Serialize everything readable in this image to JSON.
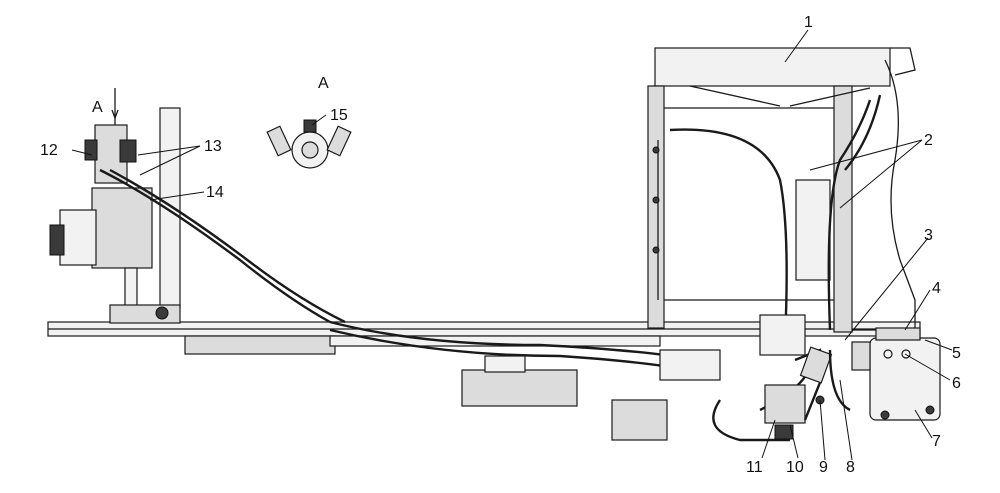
{
  "view_label_top": "A",
  "view_label_side": "A",
  "callouts": {
    "c1": "1",
    "c2": "2",
    "c3": "3",
    "c4": "4",
    "c5": "5",
    "c6": "6",
    "c7": "7",
    "c8": "8",
    "c9": "9",
    "c10": "10",
    "c11": "11",
    "c12": "12",
    "c13": "13",
    "c14": "14",
    "c15": "15"
  }
}
